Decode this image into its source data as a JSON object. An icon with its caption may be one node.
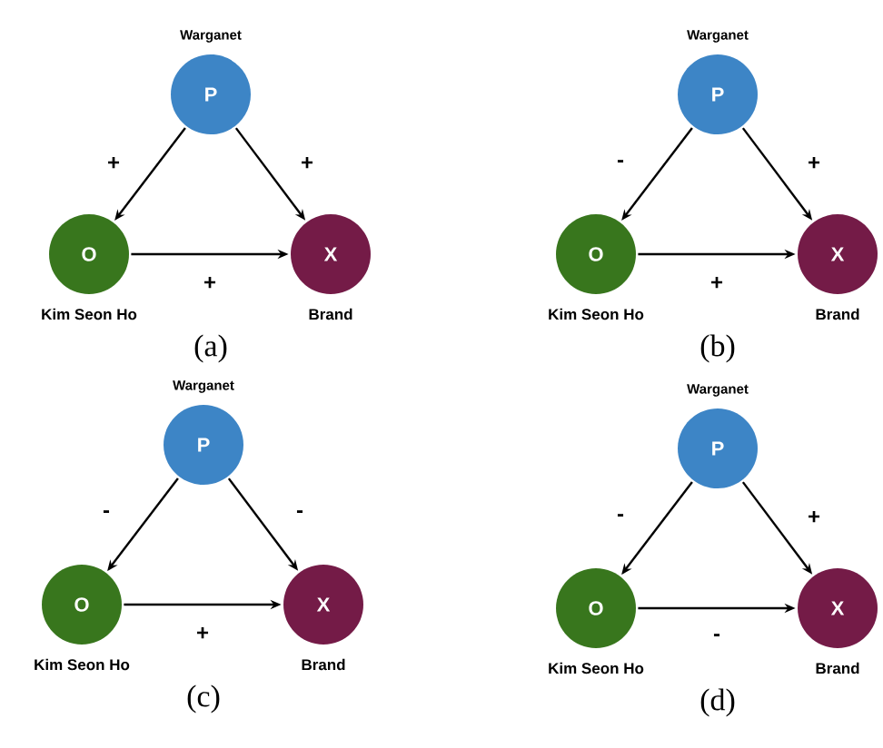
{
  "diagram": {
    "nodes": [
      {
        "text": [
          "P"
        ],
        "beside": [
          "Warganet"
        ]
      },
      {
        "text": [
          "O"
        ],
        "beside": [
          "Kim Seon Ho"
        ]
      },
      {
        "text": [
          "X"
        ],
        "beside": [
          "Brand"
        ]
      },
      {
        "text": [
          "P"
        ],
        "beside": [
          "Warganet"
        ]
      },
      {
        "text": [
          "O"
        ],
        "beside": [
          "Kim Seon Ho"
        ]
      },
      {
        "text": [
          "X"
        ],
        "beside": [
          "Brand"
        ]
      },
      {
        "text": [
          "P"
        ],
        "beside": [
          "Warganet"
        ]
      },
      {
        "text": [
          "O"
        ],
        "beside": [
          "Kim Seon Ho"
        ]
      },
      {
        "text": [
          "X"
        ],
        "beside": [
          "Brand"
        ]
      },
      {
        "text": [
          "P"
        ],
        "beside": [
          "Warganet"
        ]
      },
      {
        "text": [
          "O"
        ],
        "beside": [
          "Kim Seon Ho"
        ]
      },
      {
        "text": [
          "X"
        ],
        "beside": [
          "Brand"
        ]
      }
    ],
    "edges": [
      {
        "from": 0,
        "to": 1,
        "arrow": "to",
        "label": "+"
      },
      {
        "from": 0,
        "to": 2,
        "arrow": "to",
        "label": "+"
      },
      {
        "from": 1,
        "to": 2,
        "arrow": "to",
        "label": "+"
      },
      {
        "from": 3,
        "to": 4,
        "arrow": "to",
        "label": "-"
      },
      {
        "from": 3,
        "to": 5,
        "arrow": "to",
        "label": "+"
      },
      {
        "from": 4,
        "to": 5,
        "arrow": "to",
        "label": "+"
      },
      {
        "from": 6,
        "to": 7,
        "arrow": "to",
        "label": "-"
      },
      {
        "from": 6,
        "to": 8,
        "arrow": "to",
        "label": "-"
      },
      {
        "from": 7,
        "to": 8,
        "arrow": "to",
        "label": "+"
      },
      {
        "from": 9,
        "to": 10,
        "arrow": "to",
        "label": "-"
      },
      {
        "from": 9,
        "to": 11,
        "arrow": "to",
        "label": "+"
      },
      {
        "from": 10,
        "to": 11,
        "arrow": "to",
        "label": "-"
      }
    ],
    "labels": [
      "(a)",
      "(b)",
      "(c)",
      "(d)"
    ]
  }
}
